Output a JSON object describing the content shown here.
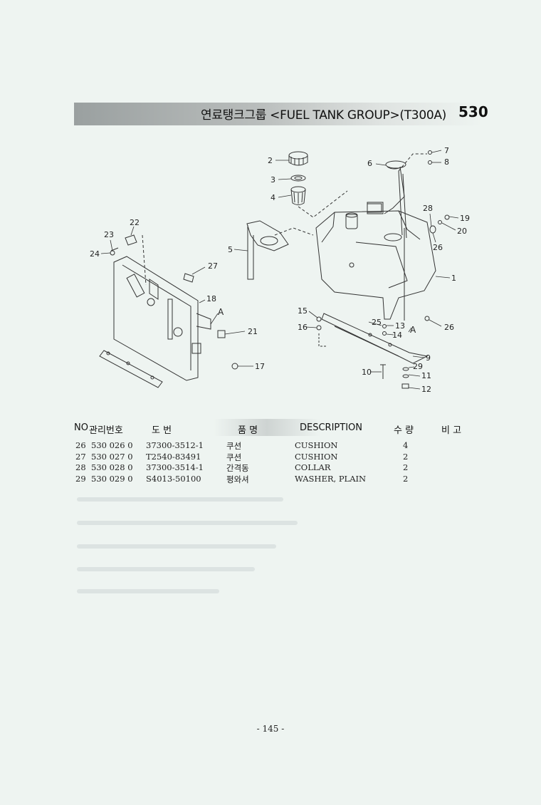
{
  "header": {
    "title": "연료탱크그룹 <FUEL TANK GROUP>(T300A)",
    "code": "530"
  },
  "diagram": {
    "callouts": [
      "1",
      "2",
      "3",
      "4",
      "5",
      "6",
      "7",
      "8",
      "9",
      "10",
      "11",
      "12",
      "13",
      "14",
      "15",
      "16",
      "17",
      "18",
      "19",
      "20",
      "21",
      "22",
      "23",
      "24",
      "25",
      "26",
      "26",
      "27",
      "28",
      "29"
    ],
    "section_marks": [
      "A",
      "A"
    ]
  },
  "table": {
    "headers": {
      "no": "NO",
      "mgmt": "관리번호",
      "drawing": "도    번",
      "name": "품    명",
      "description": "DESCRIPTION",
      "qty": "수  량",
      "remark": "비  고"
    },
    "rows": [
      {
        "no": "26",
        "mgmt": "530  026  0",
        "part": "37300-3512-1",
        "name": "쿠션",
        "description": "CUSHION",
        "qty": "4"
      },
      {
        "no": "27",
        "mgmt": "530  027  0",
        "part": "T2540-83491",
        "name": "쿠션",
        "description": "CUSHION",
        "qty": "2"
      },
      {
        "no": "28",
        "mgmt": "530  028  0",
        "part": "37300-3514-1",
        "name": "간격동",
        "description": "COLLAR",
        "qty": "2"
      },
      {
        "no": "29",
        "mgmt": "530  029  0",
        "part": "S4013-50100",
        "name": "평와셔",
        "description": "WASHER, PLAIN",
        "qty": "2"
      }
    ]
  },
  "footer": {
    "page": "- 145 -"
  }
}
